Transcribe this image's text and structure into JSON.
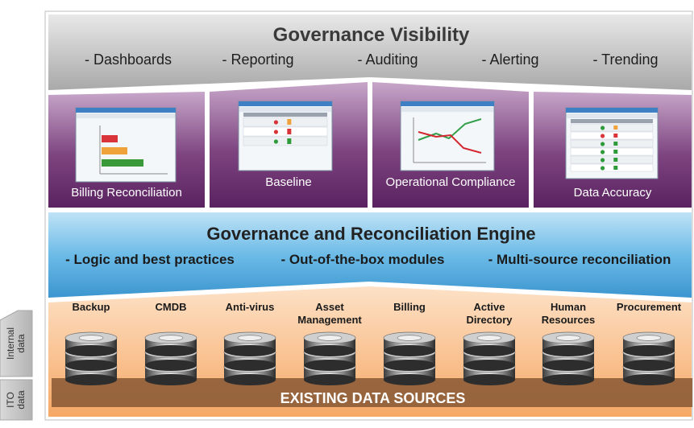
{
  "visibility": {
    "title": "Governance Visibility",
    "items": [
      "- Dashboards",
      "- Reporting",
      "- Auditing",
      "- Alerting",
      "- Trending"
    ]
  },
  "panels": [
    {
      "label": "Billing Reconciliation",
      "icon": "bar-chart-screenshot-icon"
    },
    {
      "label": "Baseline",
      "icon": "status-table-screenshot-icon"
    },
    {
      "label": "Operational Compliance",
      "icon": "line-chart-screenshot-icon"
    },
    {
      "label": "Data Accuracy",
      "icon": "accuracy-table-screenshot-icon"
    }
  ],
  "engine": {
    "title": "Governance and Reconciliation Engine",
    "items": [
      "- Logic and best practices",
      "- Out-of-the-box modules",
      "- Multi-source reconciliation"
    ]
  },
  "sources": [
    {
      "line1": "",
      "line2": "Backup"
    },
    {
      "line1": "",
      "line2": "CMDB"
    },
    {
      "line1": "",
      "line2": "Anti-virus"
    },
    {
      "line1": "Asset",
      "line2": "Management"
    },
    {
      "line1": "",
      "line2": "Billing"
    },
    {
      "line1": "Active",
      "line2": "Directory"
    },
    {
      "line1": "Human",
      "line2": "Resources"
    },
    {
      "line1": "",
      "line2": "Procurement"
    }
  ],
  "existing_label": "EXISTING DATA SOURCES",
  "side_tabs": {
    "internal": {
      "line1": "Internal",
      "line2": "data"
    },
    "ito": {
      "line1": "ITO",
      "line2": "data"
    }
  },
  "colors": {
    "visibility_band": "#c9c9c9",
    "panel_purple": "#6a2e6c",
    "engine_blue": "#5aaedf",
    "sources_orange": "#f7b57a",
    "existing_bar": "#8a5a35"
  }
}
